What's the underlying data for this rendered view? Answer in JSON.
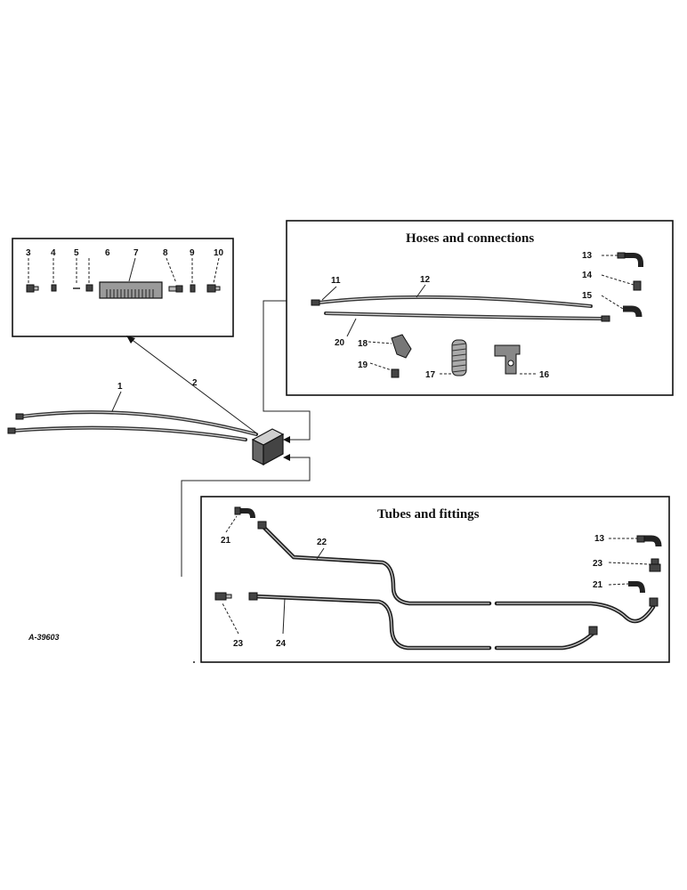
{
  "boxes": {
    "hoses_title": "Hoses and connections",
    "tubes_title": "Tubes and fittings"
  },
  "callouts": {
    "c1": "1",
    "c2": "2",
    "c3": "3",
    "c4": "4",
    "c5": "5",
    "c6": "6",
    "c7": "7",
    "c8": "8",
    "c9": "9",
    "c10": "10",
    "c11": "11",
    "c12": "12",
    "c13a": "13",
    "c14": "14",
    "c15": "15",
    "c16": "16",
    "c17": "17",
    "c18": "18",
    "c19": "19",
    "c20": "20",
    "c21a": "21",
    "c22": "22",
    "c13b": "13",
    "c23a": "23",
    "c21b": "21",
    "c23b": "23",
    "c24": "24"
  },
  "reference": "A-39603"
}
